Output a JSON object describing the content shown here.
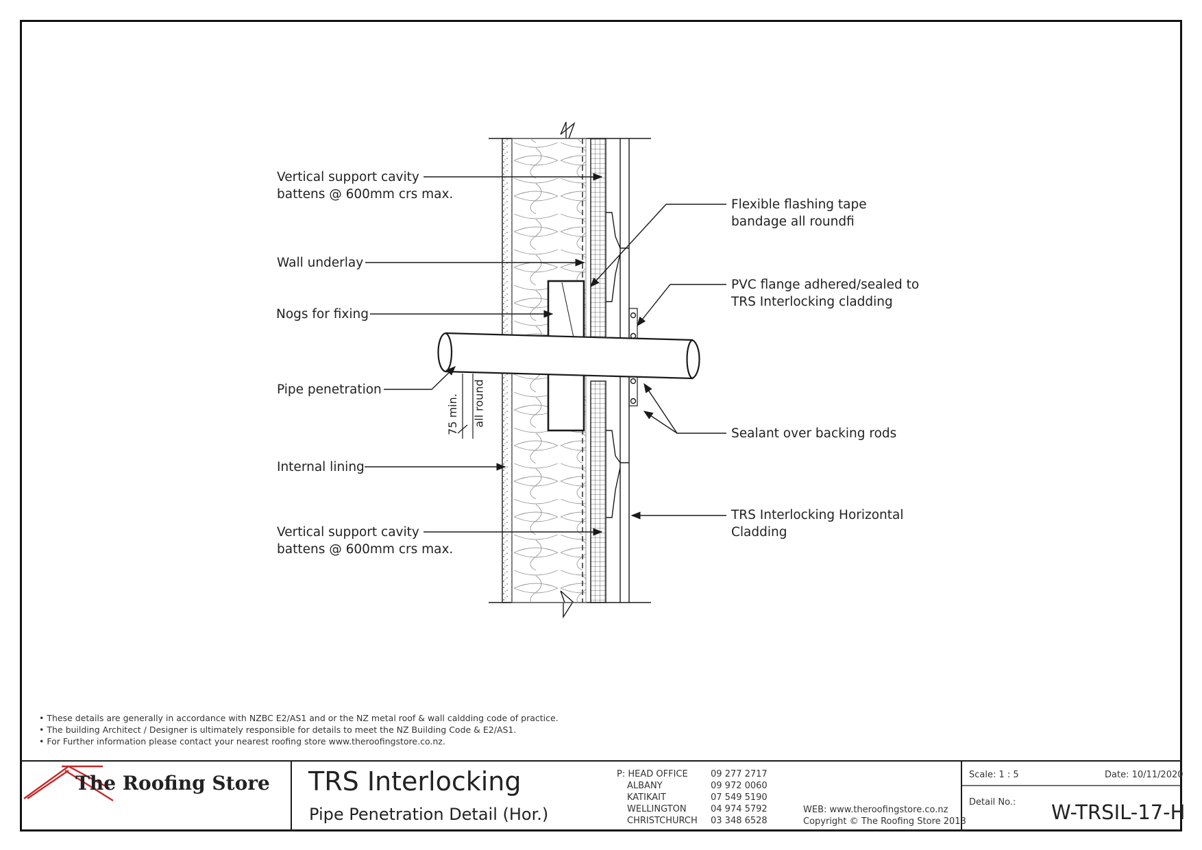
{
  "labels": {
    "battens_top": "Vertical support cavity\nbattens @ 600mm crs max.",
    "wall_underlay": "Wall underlay",
    "nogs": "Nogs for fixing",
    "pipe_penetration": "Pipe penetration",
    "internal_lining": "Internal lining",
    "battens_bottom": "Vertical support cavity\nbattens @ 600mm crs max.",
    "flashing_tape": "Flexible flashing tape\nbandage all roundfi",
    "pvc_flange": "PVC flange adhered/sealed to\nTRS Interlocking cladding",
    "sealant": "Sealant over backing rods",
    "cladding": "TRS Interlocking Horizontal\nCladding",
    "dim_75": "75 min.",
    "dim_all_round": "all round"
  },
  "notes": [
    "• These details are generally in accordance with NZBC E2/AS1 and or the NZ metal roof & wall caldding code of practice.",
    "• The building Architect / Designer is ultimately responsible for details to meet the NZ Building Code & E2/AS1.",
    "• For Further information please contact your nearest roofing store www.theroofingstore.co.nz."
  ],
  "title_block": {
    "company": "The Roofing Store",
    "title": "TRS Interlocking",
    "subtitle": "Pipe Penetration Detail (Hor.)",
    "offices": [
      {
        "name": "P: HEAD OFFICE",
        "phone": "09 277 2717"
      },
      {
        "name": "ALBANY",
        "phone": "09 972 0060"
      },
      {
        "name": "KATIKAIT",
        "phone": "07 549 5190"
      },
      {
        "name": "WELLINGTON",
        "phone": "04 974 5792"
      },
      {
        "name": "CHRISTCHURCH",
        "phone": "03 348 6528"
      }
    ],
    "web": "WEB: www.theroofingstore.co.nz",
    "copyright": "Copyright © The Roofing Store 2013",
    "scale": "Scale:  1 : 5",
    "date": "Date: 10/11/2020",
    "detail_label": "Detail No.:",
    "detail_no": "W-TRSIL-17-H"
  },
  "colors": {
    "line": "#1a1a1a",
    "logo_red": "#c62828"
  }
}
